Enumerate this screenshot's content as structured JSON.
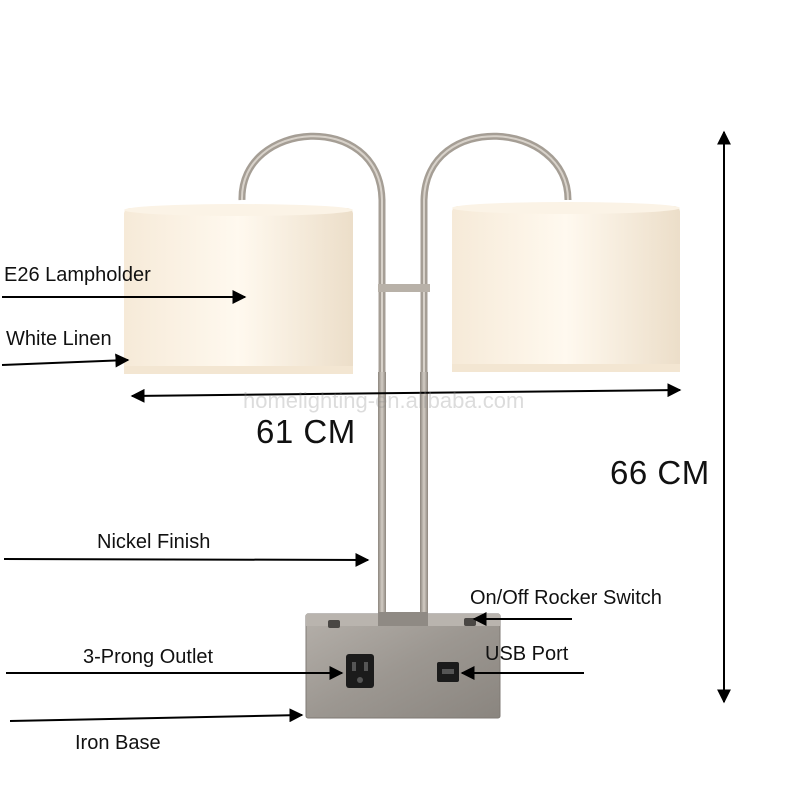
{
  "labels": {
    "lampholder": "E26 Lampholder",
    "shade": "White Linen",
    "finish": "Nickel Finish",
    "switch": "On/Off Rocker Switch",
    "usb": "USB Port",
    "outlet": "3-Prong Outlet",
    "base": "Iron Base"
  },
  "dimensions": {
    "width": "61 CM",
    "height": "66 CM"
  },
  "watermark": "homelighting-en.alibaba.com",
  "colors": {
    "shade_light": "#fdf4e6",
    "shade_shadow": "#e8d9c2",
    "metal": "#a9a29a",
    "base": "#9a9590"
  }
}
